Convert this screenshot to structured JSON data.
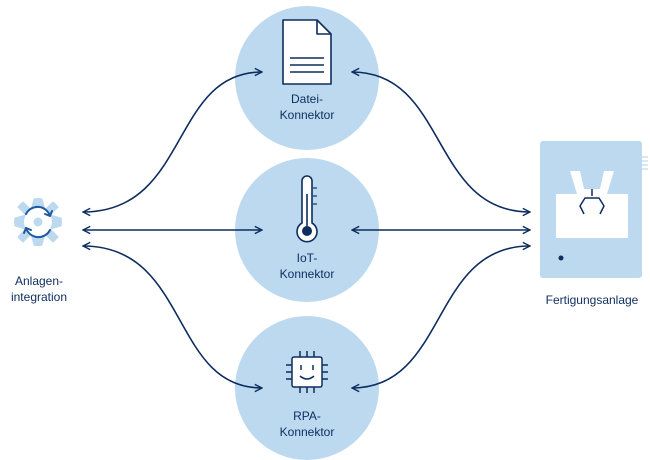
{
  "colors": {
    "circle_fill": "#bcd9f0",
    "stroke": "#0d2d5e",
    "accent": "#1e5aa0",
    "doc_fill": "#ffffff"
  },
  "nodes": {
    "left": {
      "line1": "Anlagen-",
      "line2": "integration",
      "icon": "gear-sync-icon"
    },
    "right": {
      "line1": "Fertigungsanlage",
      "icon": "manufacturing-machine-icon"
    },
    "file": {
      "line1": "Datei-",
      "line2": "Konnektor",
      "icon": "document-icon"
    },
    "iot": {
      "line1": "IoT-",
      "line2": "Konnektor",
      "icon": "thermometer-icon"
    },
    "rpa": {
      "line1": "RPA-",
      "line2": "Konnektor",
      "icon": "robot-chip-icon"
    }
  }
}
